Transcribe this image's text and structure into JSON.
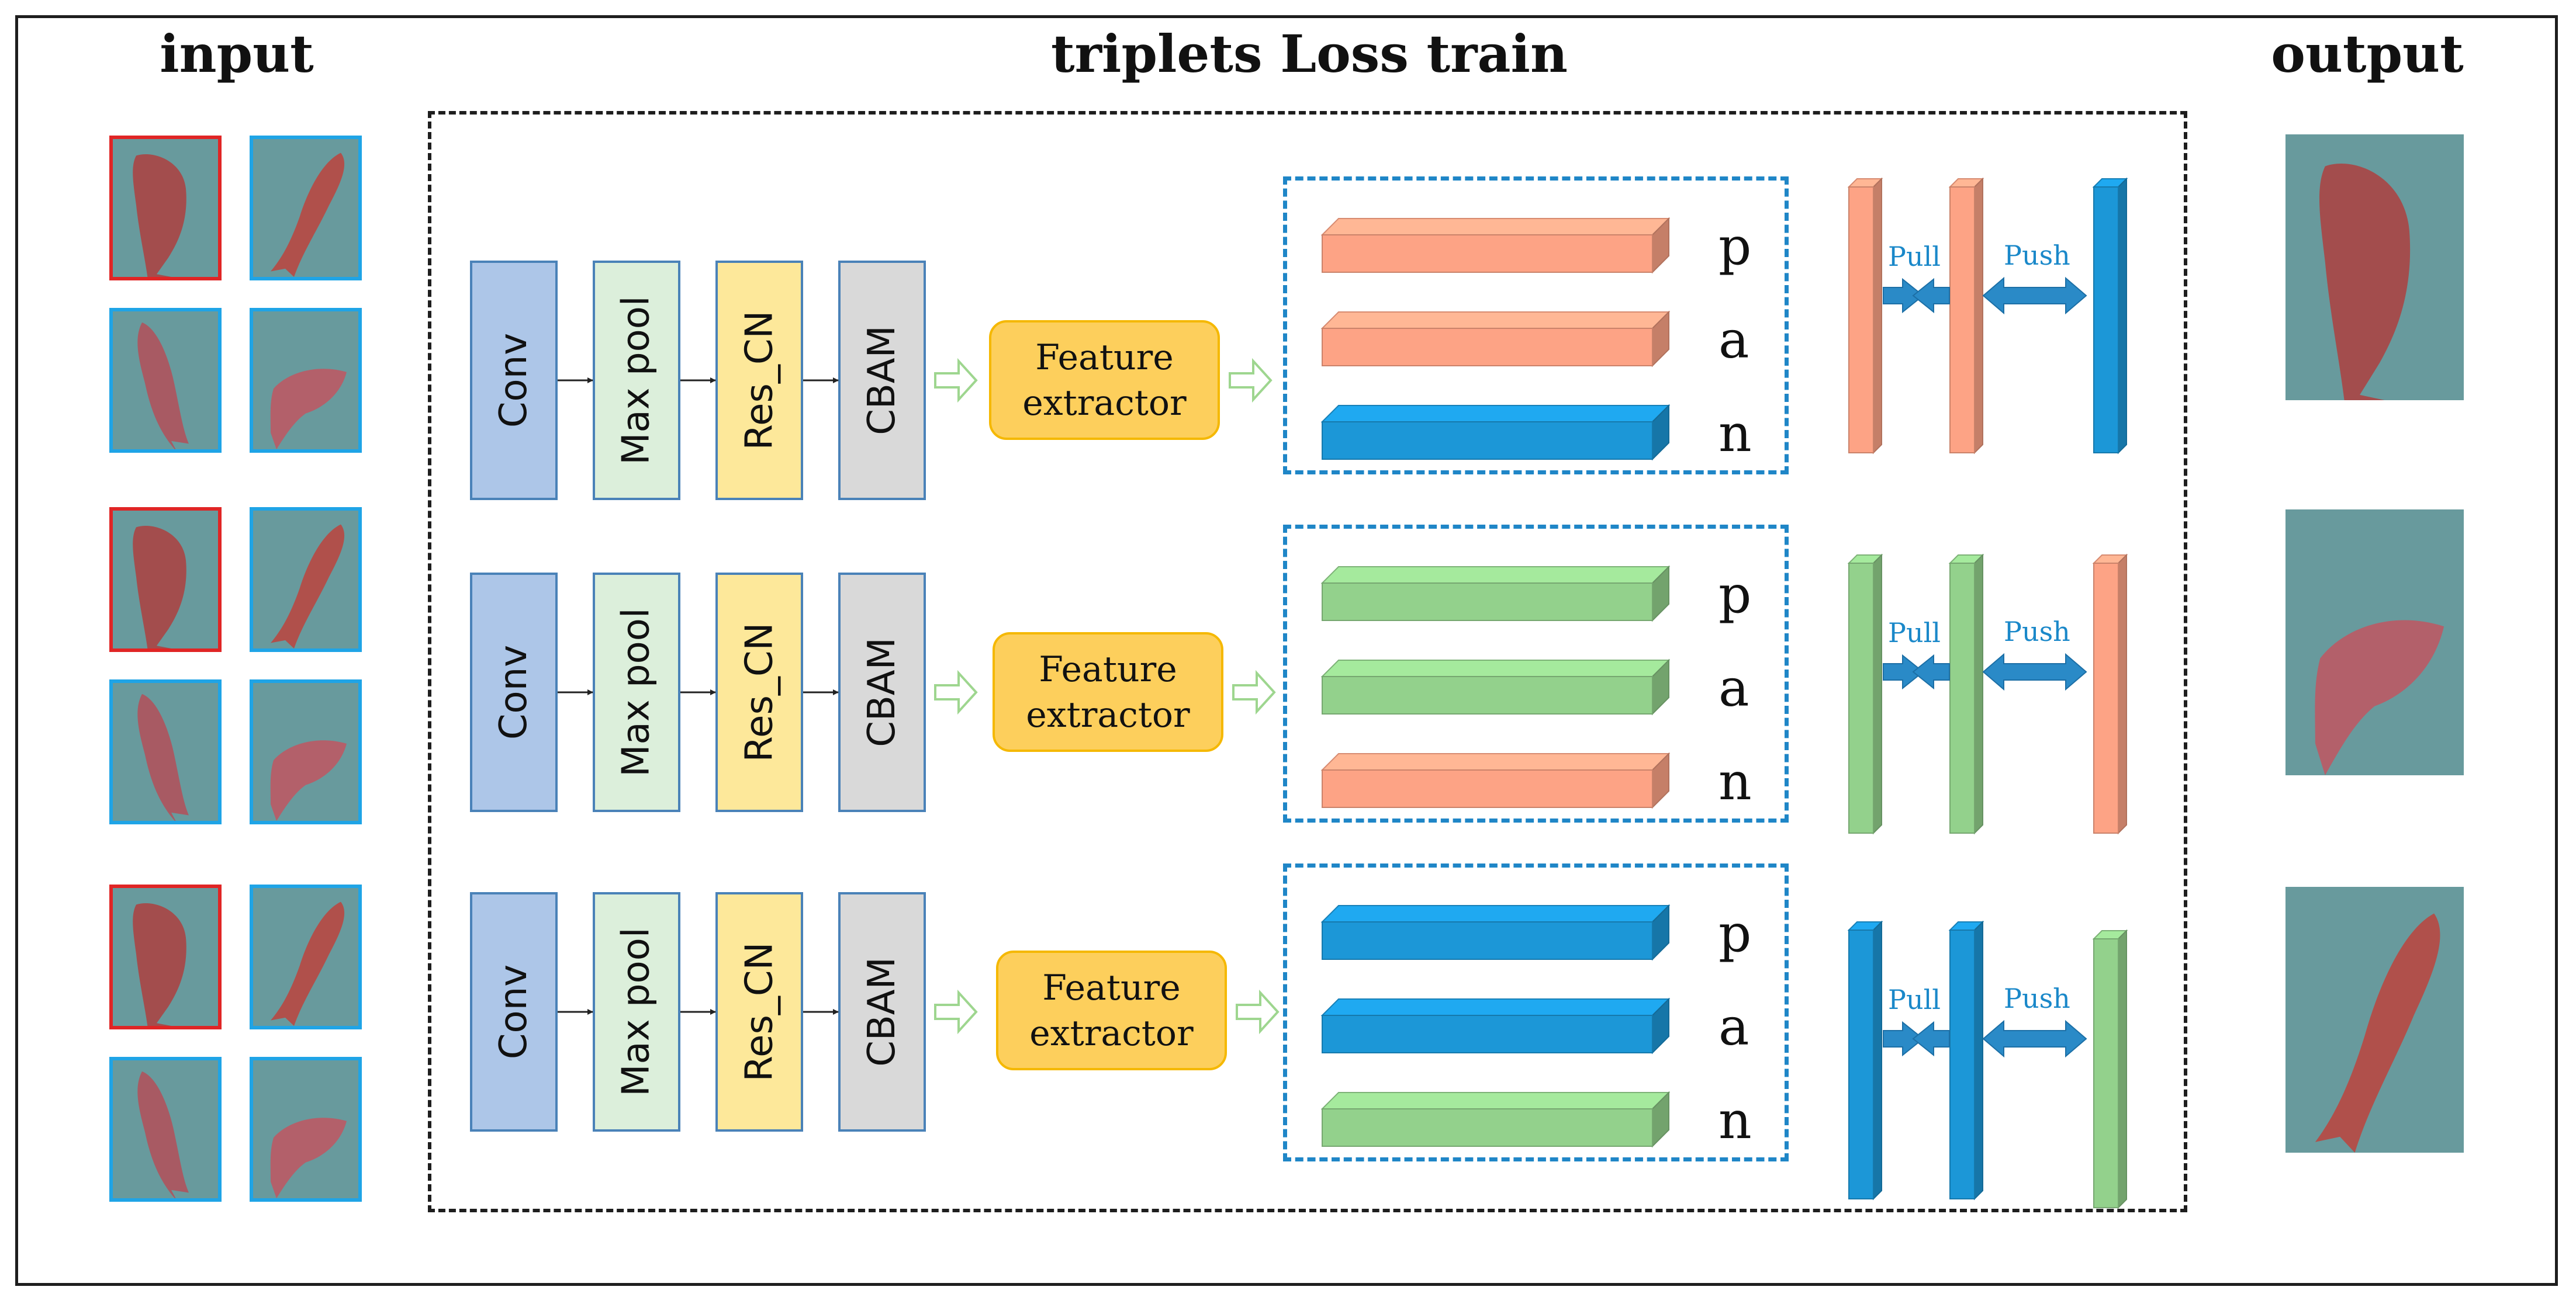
{
  "headings": {
    "input": "input",
    "center": "triplets Loss train",
    "output": "output"
  },
  "blocks": {
    "conv": "Conv",
    "pool": "Max pool",
    "res": "Res_CN",
    "cbam": "CBAM"
  },
  "feature_extractor": "Feature extractor",
  "triplet_letters": [
    "p",
    "a",
    "n"
  ],
  "pull_label": "Pull",
  "push_label": "Push",
  "colors": {
    "salmon": "#fda385",
    "green": "#93d18c",
    "blue": "#1c97d7",
    "anchor_border": "#e02525",
    "sample_border": "#1fa4e6",
    "feature_fill": "#fdcf5c"
  },
  "rows": [
    {
      "bars": [
        "salmon",
        "salmon",
        "blue"
      ],
      "pillars": [
        "salmon",
        "salmon",
        "blue"
      ]
    },
    {
      "bars": [
        "green",
        "green",
        "salmon"
      ],
      "pillars": [
        "green",
        "green",
        "salmon"
      ]
    },
    {
      "bars": [
        "blue",
        "blue",
        "green"
      ],
      "pillars": [
        "blue",
        "blue",
        "green"
      ]
    }
  ]
}
